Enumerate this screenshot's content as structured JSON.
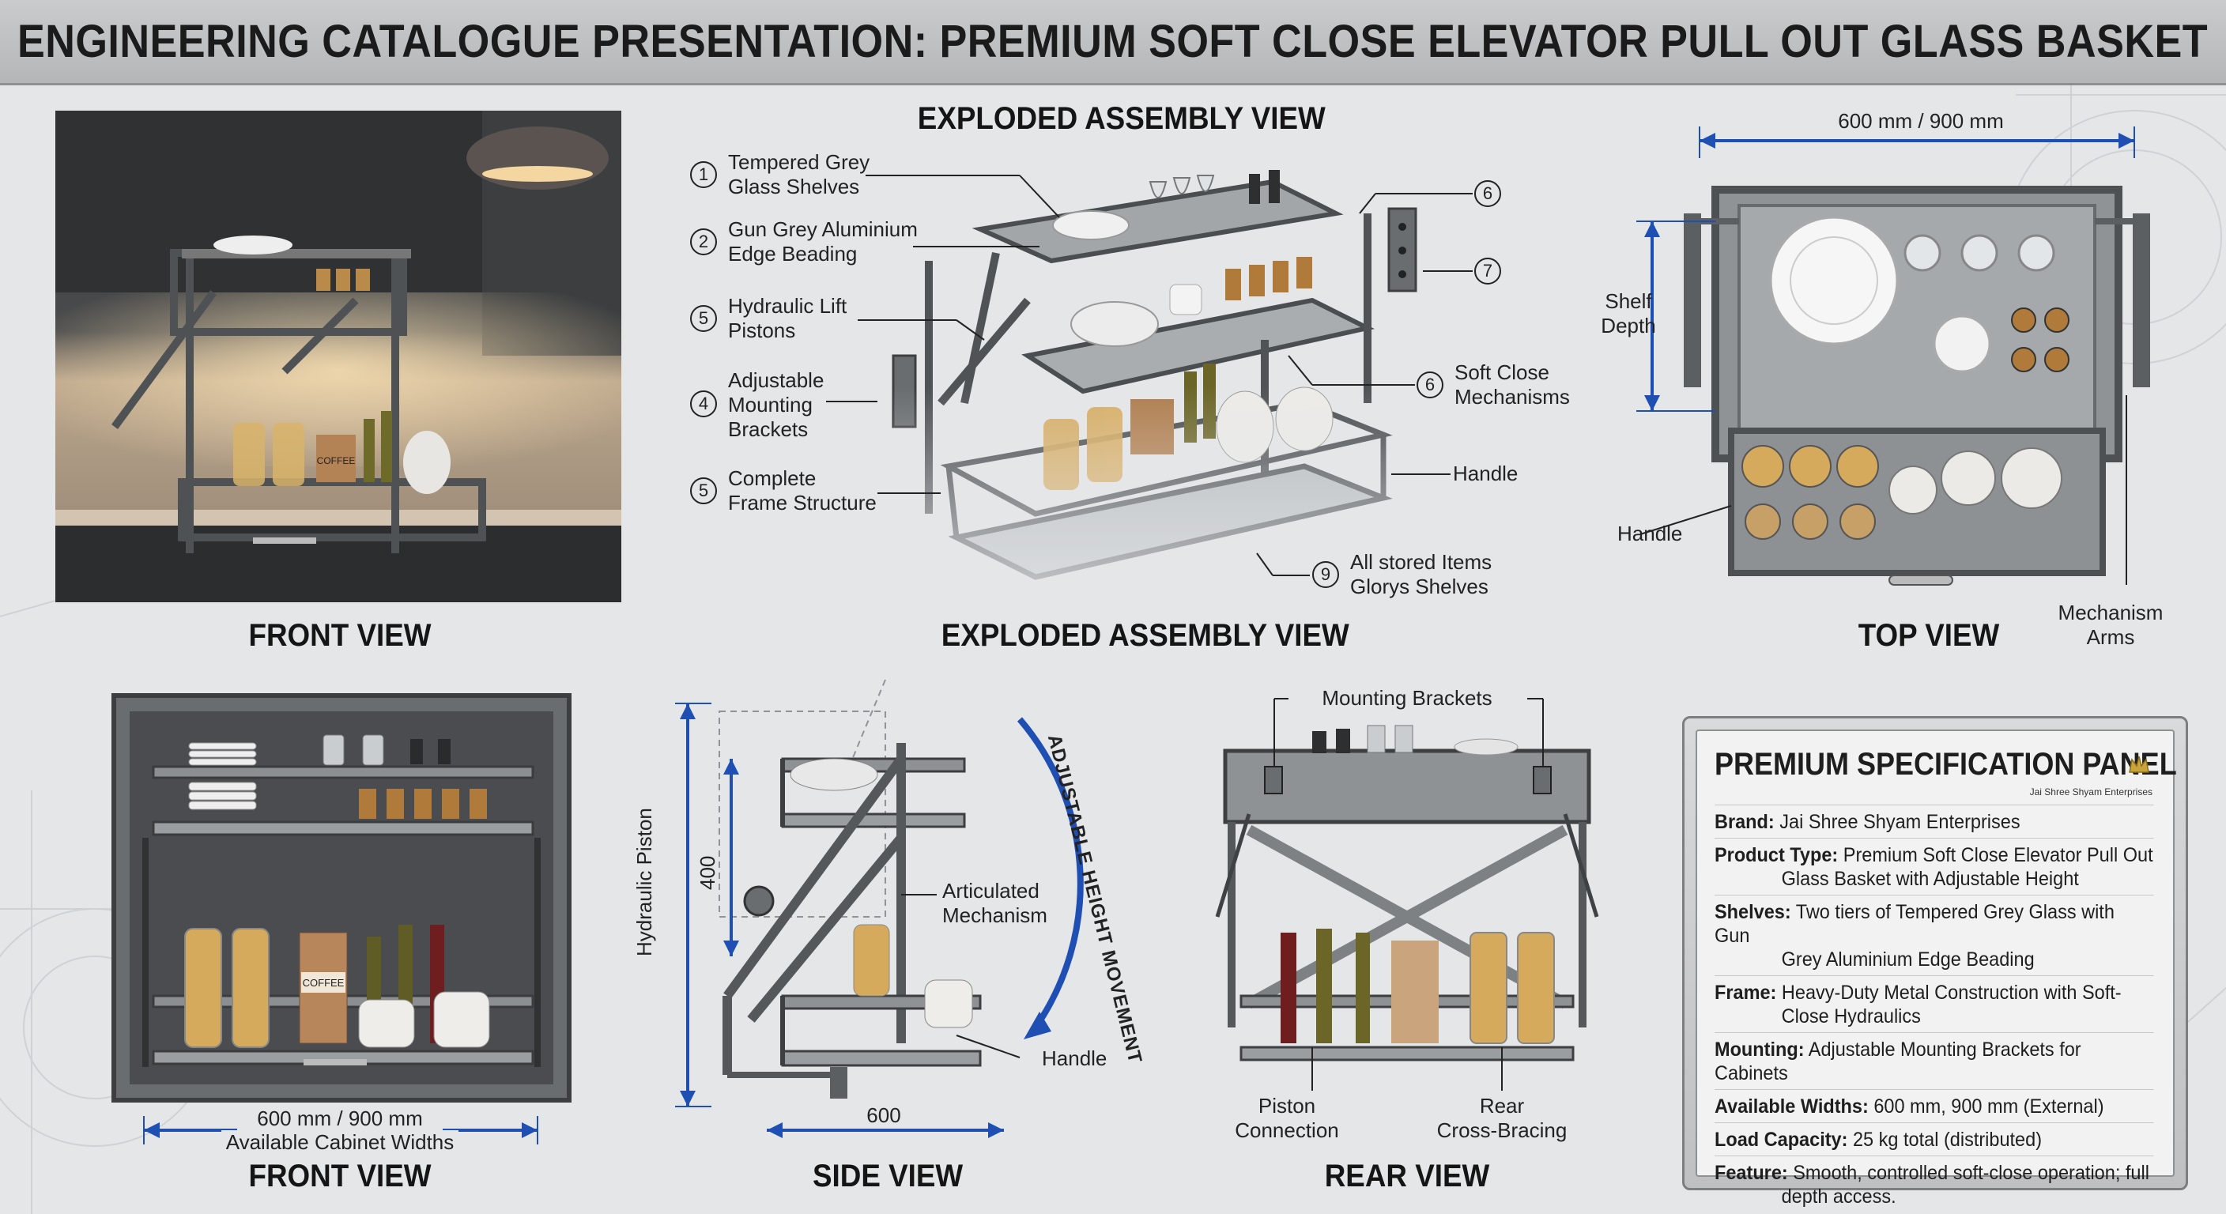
{
  "header": {
    "title": "ENGINEERING CATALOGUE PRESENTATION: PREMIUM SOFT CLOSE ELEVATOR PULL OUT GLASS BASKET"
  },
  "front_view_top": {
    "caption": "FRONT VIEW"
  },
  "exploded": {
    "heading": "EXPLODED ASSEMBLY VIEW",
    "caption": "EXPLODED ASSEMBLY VIEW",
    "labels": [
      {
        "num": "1",
        "text": "Tempered Grey\nGlass Shelves"
      },
      {
        "num": "2",
        "text": "Gun Grey Aluminium\nEdge Beading"
      },
      {
        "num": "5",
        "text": "Hydraulic Lift\nPistons"
      },
      {
        "num": "4",
        "text": "Adjustable\nMounting\nBrackets"
      },
      {
        "num": "5",
        "text": "Complete\nFrame Structure"
      }
    ],
    "right_labels": [
      {
        "num": "6",
        "text": ""
      },
      {
        "num": "7",
        "text": ""
      },
      {
        "num": "6",
        "text": "Soft Close\nMechanisms"
      },
      {
        "num": "",
        "text": "Handle"
      },
      {
        "num": "9",
        "text": "All stored Items\nGlorys Shelves"
      }
    ],
    "coffee_label": "COFFEE"
  },
  "top_view": {
    "caption": "TOP VIEW",
    "width_dim": "600 mm / 900 mm",
    "depth_label": "Shelf\nDepth",
    "handle_label": "Handle",
    "arms_label": "Mechanism\nArms"
  },
  "front_view_bottom": {
    "caption": "FRONT VIEW",
    "dim_line1": "600 mm / 900 mm",
    "dim_line2": "Available Cabinet Widths",
    "coffee_label": "COFFEE"
  },
  "side_view": {
    "caption": "SIDE VIEW",
    "piston_label": "Hydraulic Piston",
    "height_dim": "400",
    "width_dim": "600",
    "mechanism_label": "Articulated\nMechanism",
    "handle_label": "Handle",
    "arc_label": "ADJUSTABLE HEIGHT MOVEMENT"
  },
  "rear_view": {
    "caption": "REAR VIEW",
    "brackets_label": "Mounting Brackets",
    "piston_label": "Piston\nConnection",
    "bracing_label": "Rear\nCross-Bracing"
  },
  "spec_panel": {
    "title": "PREMIUM SPECIFICATION PANEL",
    "subtitle": "Jai Shree Shyam Enterprises",
    "rows": [
      {
        "key": "Brand:",
        "value": "Jai Shree Shyam Enterprises",
        "cont": ""
      },
      {
        "key": "Product Type:",
        "value": "Premium Soft Close Elevator Pull Out",
        "cont": "Glass Basket with Adjustable Height"
      },
      {
        "key": "Shelves:",
        "value": "Two tiers of Tempered Grey Glass with Gun",
        "cont": "Grey Aluminium Edge Beading"
      },
      {
        "key": "Frame:",
        "value": "Heavy-Duty Metal Construction with Soft-",
        "cont": "Close Hydraulics"
      },
      {
        "key": "Mounting:",
        "value": "Adjustable Mounting Brackets for Cabinets",
        "cont": ""
      },
      {
        "key": "Available Widths:",
        "value": "600 mm, 900 mm (External)",
        "cont": ""
      },
      {
        "key": "Load Capacity:",
        "value": "25 kg total (distributed)",
        "cont": ""
      },
      {
        "key": "Feature:",
        "value": "Smooth, controlled soft-close operation; full",
        "cont": "depth access."
      }
    ]
  },
  "colors": {
    "accent_blue": "#1f4fb3",
    "frame_grey": "#5c5f62",
    "glass_grey": "#8d9194"
  }
}
